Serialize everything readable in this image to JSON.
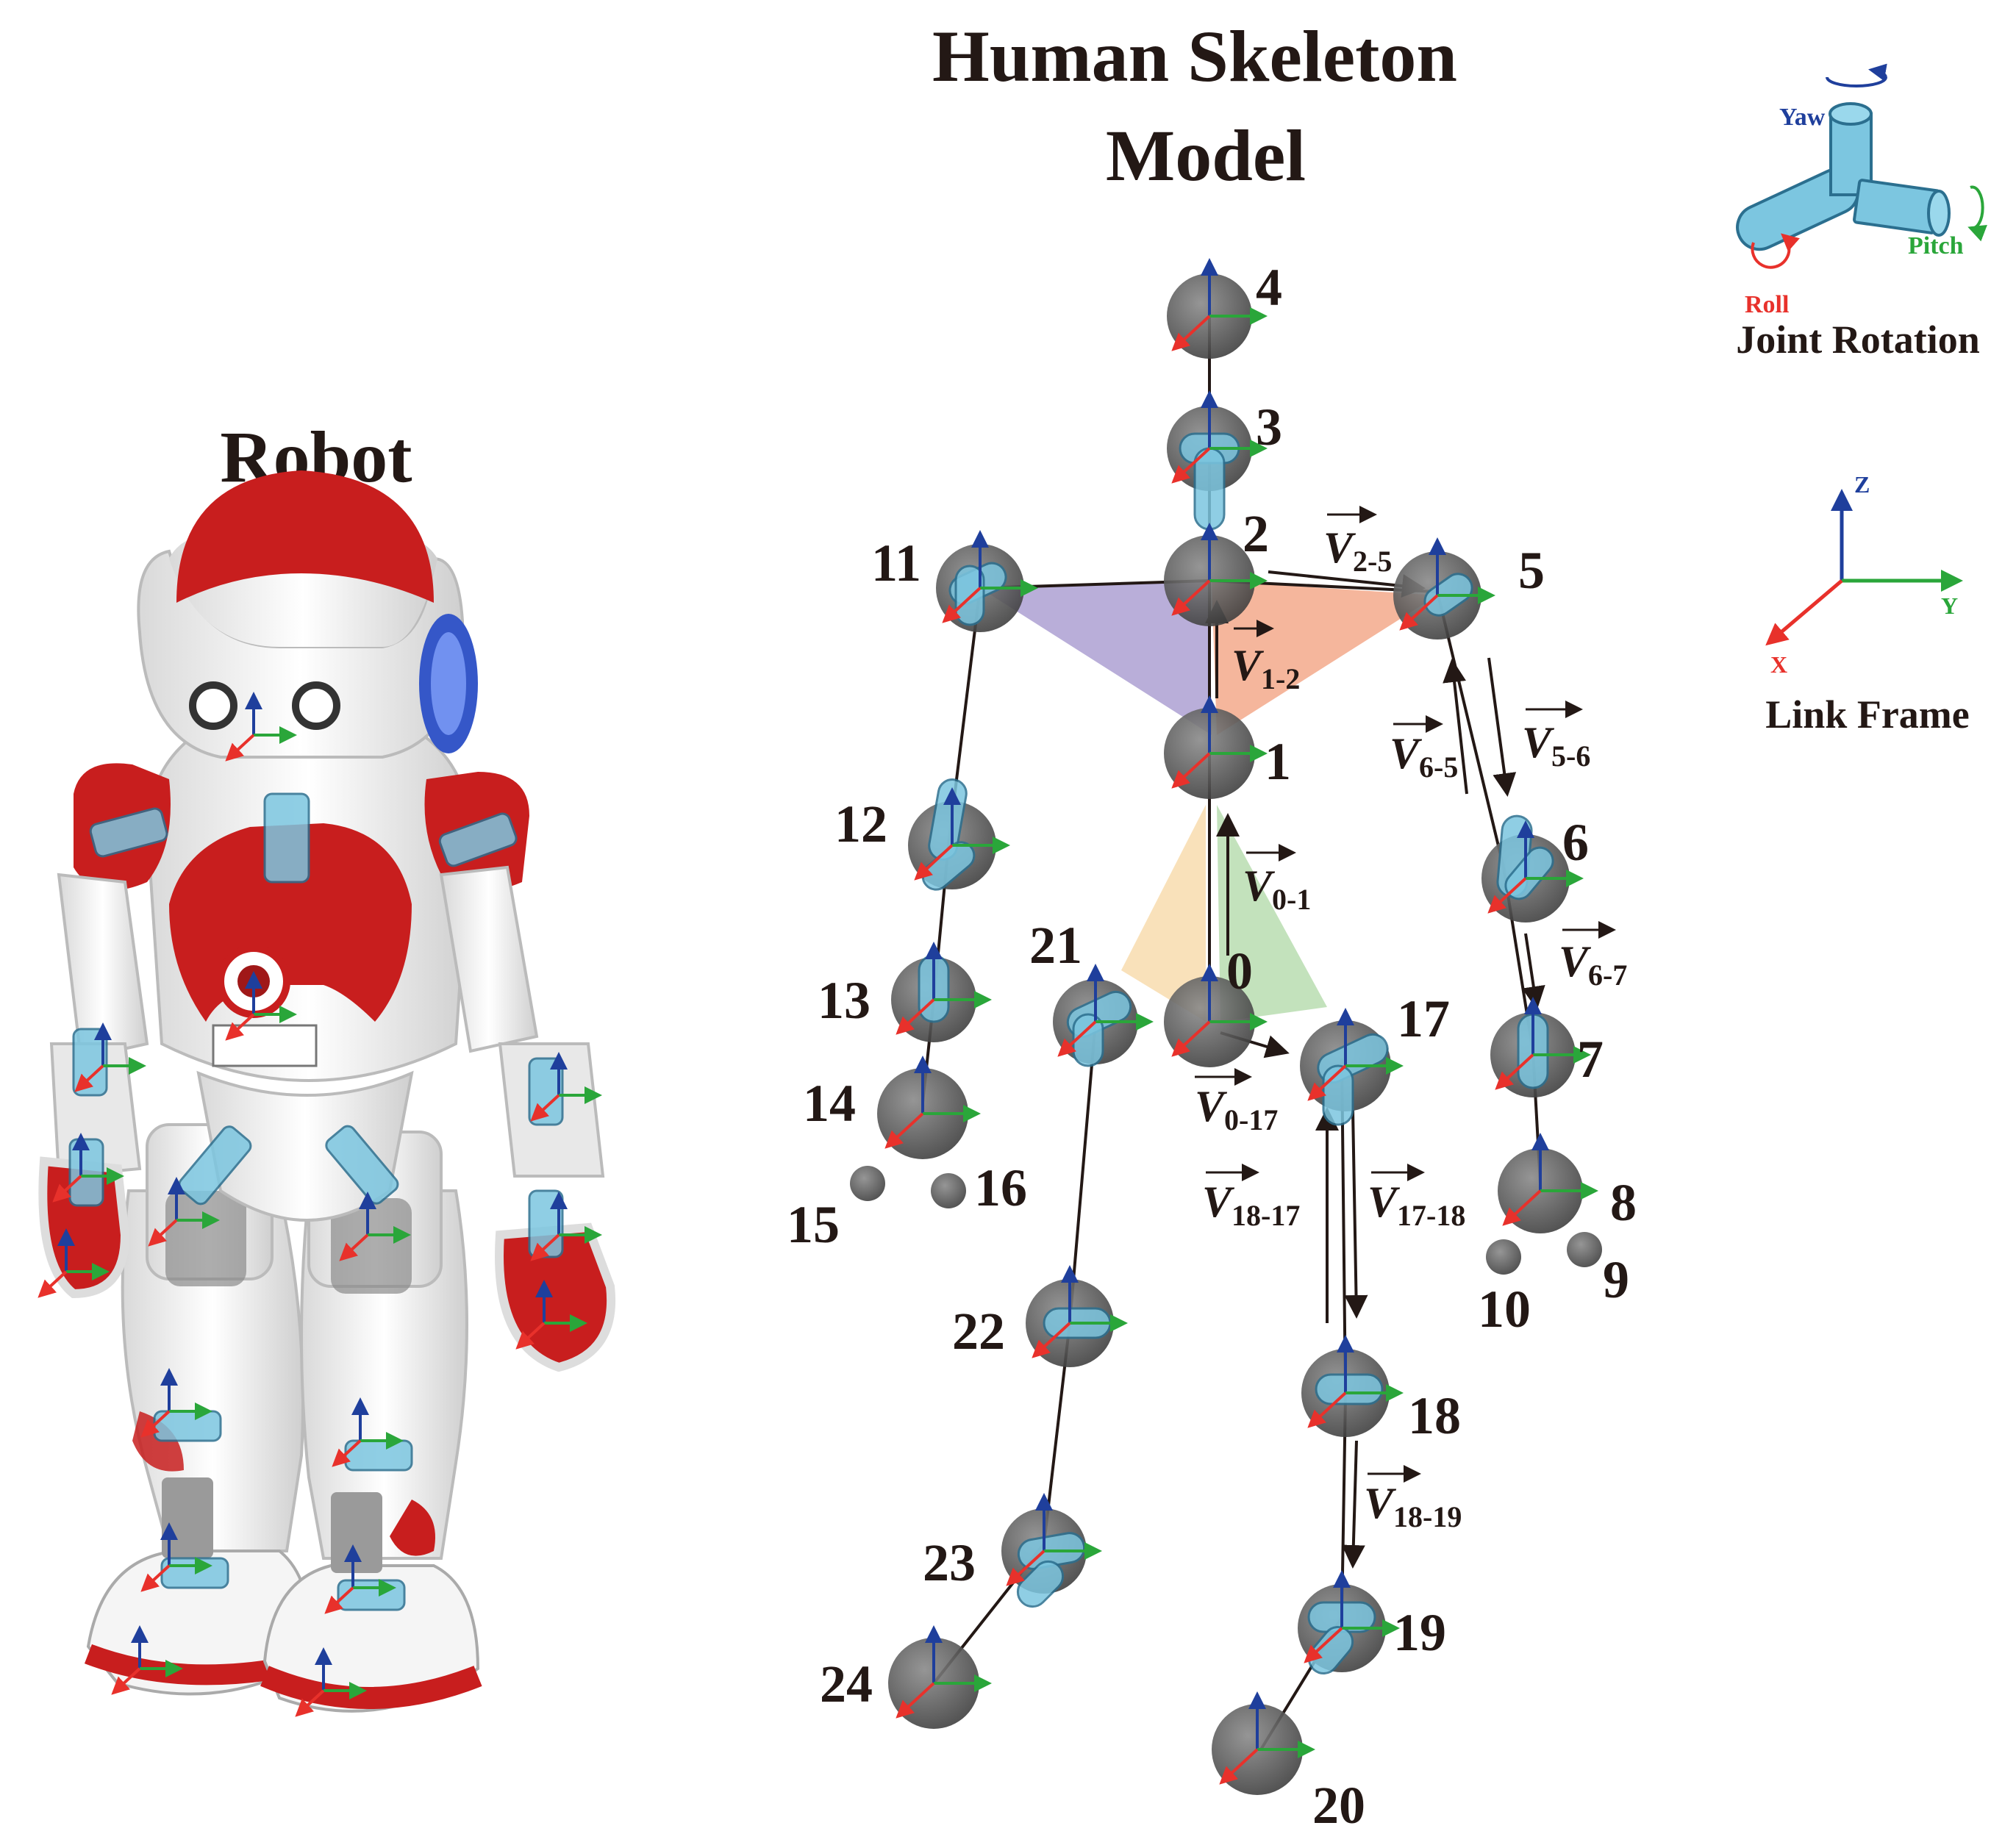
{
  "headings": {
    "robot": "Robot",
    "skeleton_line1": "Human Skeleton",
    "skeleton_line2": "Model",
    "joint_rotation": "Joint Rotation",
    "link_frame": "Link Frame"
  },
  "rotation_legend": {
    "yaw": "Yaw",
    "pitch": "Pitch",
    "roll": "Roll"
  },
  "frame_legend": {
    "z": "Z",
    "y": "Y",
    "x": "X"
  },
  "joints": [
    "0",
    "1",
    "2",
    "3",
    "4",
    "5",
    "6",
    "7",
    "8",
    "9",
    "10",
    "11",
    "12",
    "13",
    "14",
    "15",
    "16",
    "17",
    "18",
    "19",
    "20",
    "21",
    "22",
    "23",
    "24"
  ],
  "vectors": {
    "v12": {
      "v": "V",
      "sub": "1-2"
    },
    "v25": {
      "v": "V",
      "sub": "2-5"
    },
    "v01": {
      "v": "V",
      "sub": "0-1"
    },
    "v65": {
      "v": "V",
      "sub": "6-5"
    },
    "v56": {
      "v": "V",
      "sub": "5-6"
    },
    "v67": {
      "v": "V",
      "sub": "6-7"
    },
    "v017": {
      "v": "V",
      "sub": "0-17"
    },
    "v1817": {
      "v": "V",
      "sub": "18-17"
    },
    "v1718": {
      "v": "V",
      "sub": "17-18"
    },
    "v1819": {
      "v": "V",
      "sub": "18-19"
    }
  },
  "colors": {
    "joint_sphere": "#5a5a5a",
    "cylinder": "#7cc6e0",
    "axis_x": "#e8312b",
    "axis_y": "#2aa63a",
    "axis_z": "#1f3f9c",
    "robot_red": "#c81e1e",
    "plane_purple": "#a89ad0",
    "plane_orange": "#f3a98b",
    "plane_yellow": "#f8dcae",
    "plane_green": "#b8ddb0"
  }
}
